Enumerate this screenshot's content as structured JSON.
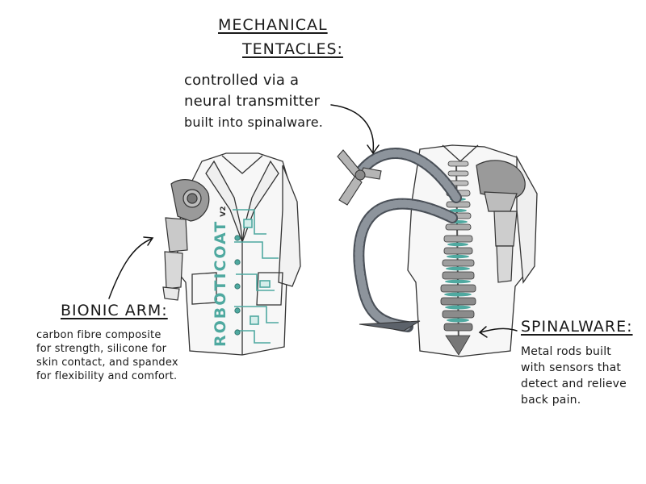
{
  "labels": {
    "mechanical_tentacles": {
      "title_line1": "MECHANICAL",
      "title_line2": "TENTACLES:",
      "desc": [
        "controlled via a",
        "neural transmitter",
        "built into spinalware."
      ]
    },
    "bionic_arm": {
      "title": "BIONIC ARM:",
      "desc": [
        "carbon fibre composite",
        "for strength, silicone for",
        "skin contact, and spandex",
        "for flexibility and comfort."
      ]
    },
    "spinalware": {
      "title": "SPINALWARE:",
      "desc": [
        "Metal rods built",
        "with sensors that",
        "detect and relieve",
        "back pain."
      ]
    }
  },
  "coat_brand": {
    "name": "ROBOTICOAT",
    "version": "V2"
  },
  "colors": {
    "teal_accent": "#4fa9a0",
    "ink": "#1a1a1a",
    "coat_fill": "#f7f7f7",
    "metal_gray": "#8a8a8a",
    "tentacle_dark": "#4a5058"
  }
}
